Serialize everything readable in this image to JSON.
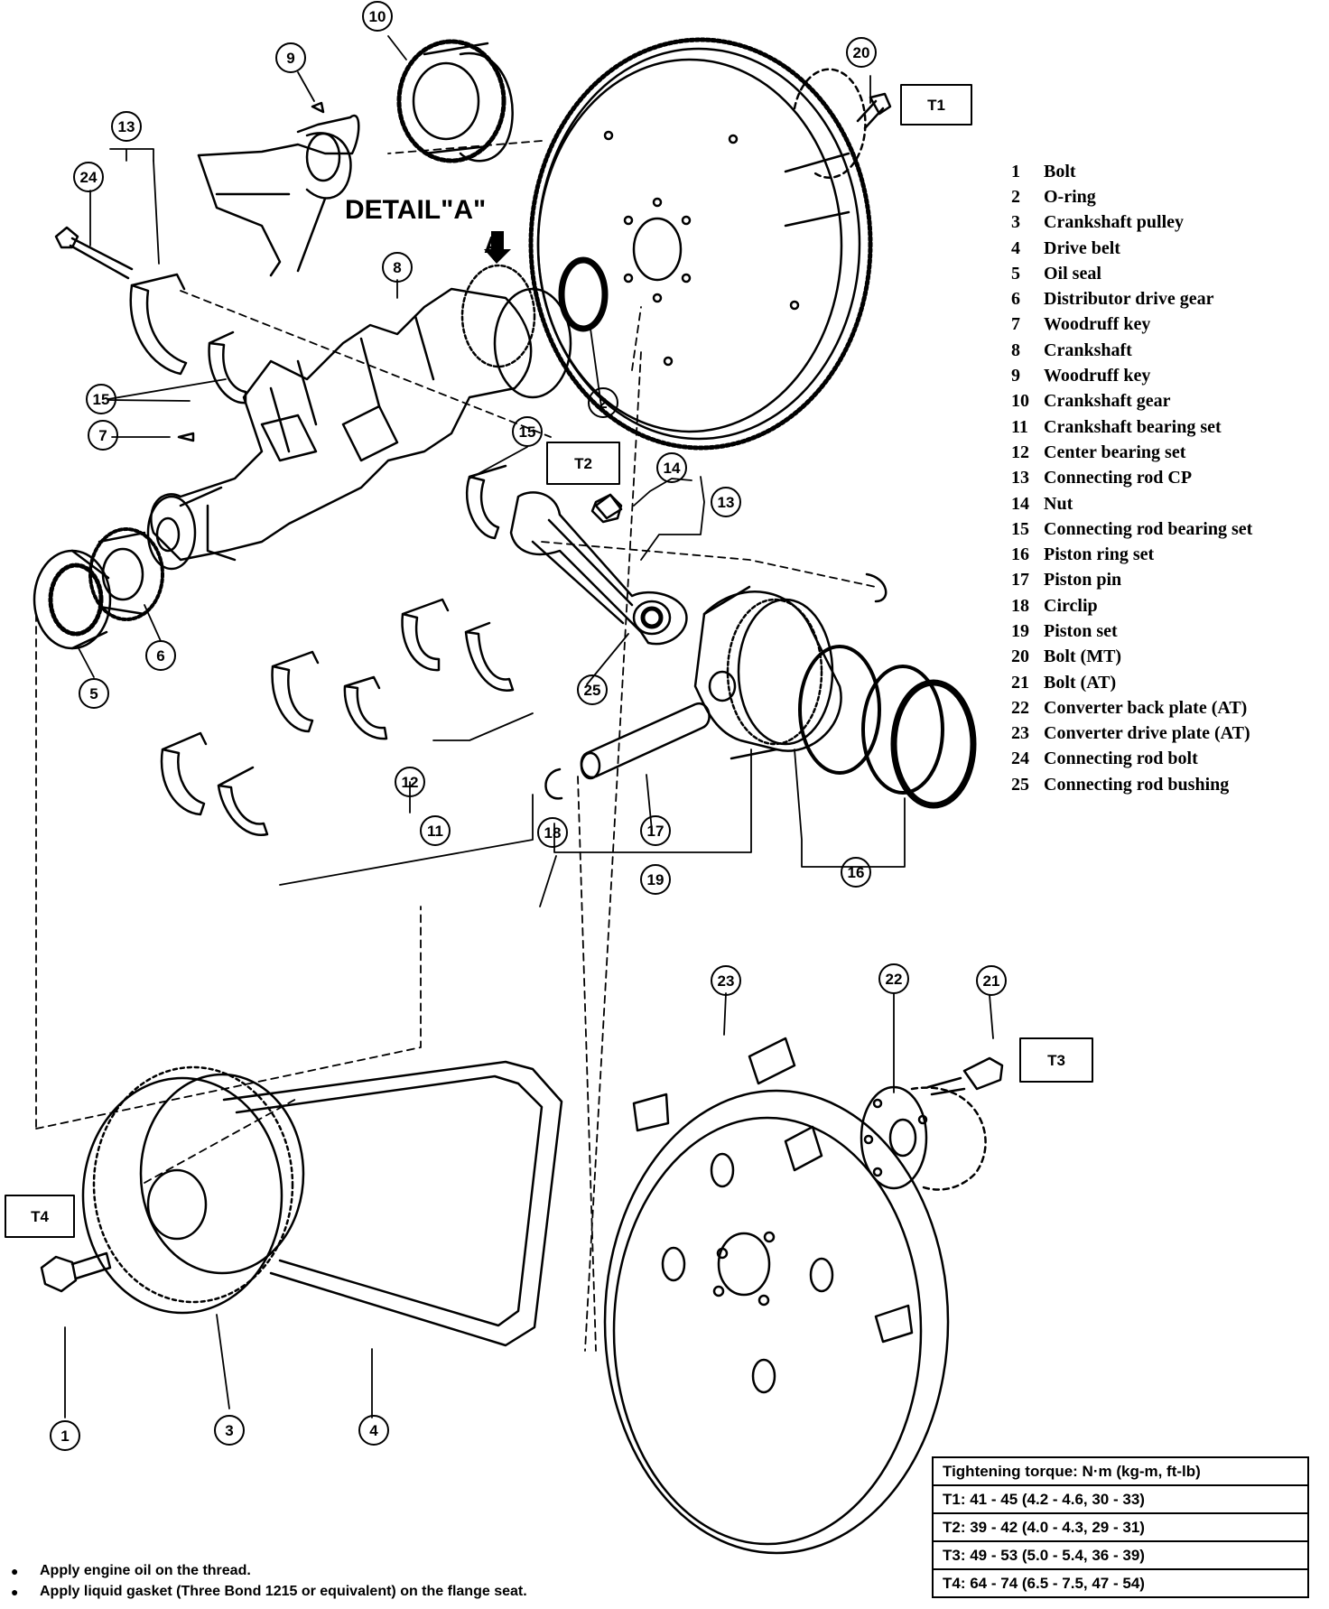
{
  "detail_label": "DETAIL\"A\"",
  "detail_marker": "A",
  "torque_boxes": [
    "T1",
    "T2",
    "T3",
    "T4"
  ],
  "callouts": [
    "1",
    "2",
    "3",
    "4",
    "5",
    "6",
    "7",
    "8",
    "9",
    "10",
    "11",
    "12",
    "13",
    "13",
    "14",
    "15",
    "15",
    "16",
    "17",
    "18",
    "19",
    "20",
    "21",
    "22",
    "23",
    "24",
    "25"
  ],
  "legend": [
    {
      "num": "1",
      "label": "Bolt"
    },
    {
      "num": "2",
      "label": "O-ring"
    },
    {
      "num": "3",
      "label": "Crankshaft pulley"
    },
    {
      "num": "4",
      "label": "Drive belt"
    },
    {
      "num": "5",
      "label": "Oil seal"
    },
    {
      "num": "6",
      "label": "Distributor drive gear"
    },
    {
      "num": "7",
      "label": "Woodruff key"
    },
    {
      "num": "8",
      "label": "Crankshaft"
    },
    {
      "num": "9",
      "label": "Woodruff key"
    },
    {
      "num": "10",
      "label": "Crankshaft gear"
    },
    {
      "num": "11",
      "label": "Crankshaft bearing set"
    },
    {
      "num": "12",
      "label": "Center bearing set"
    },
    {
      "num": "13",
      "label": "Connecting rod CP"
    },
    {
      "num": "14",
      "label": "Nut"
    },
    {
      "num": "15",
      "label": "Connecting rod bearing set"
    },
    {
      "num": "16",
      "label": "Piston ring set"
    },
    {
      "num": "17",
      "label": "Piston pin"
    },
    {
      "num": "18",
      "label": "Circlip"
    },
    {
      "num": "19",
      "label": "Piston set"
    },
    {
      "num": "20",
      "label": "Bolt (MT)"
    },
    {
      "num": "21",
      "label": "Bolt (AT)"
    },
    {
      "num": "22",
      "label": "Converter back plate (AT)"
    },
    {
      "num": "23",
      "label": "Converter drive plate (AT)"
    },
    {
      "num": "24",
      "label": "Connecting rod bolt"
    },
    {
      "num": "25",
      "label": "Connecting rod bushing"
    }
  ],
  "torque_table": {
    "header": "Tightening torque:  N·m (kg-m, ft-lb)",
    "rows": [
      "T1:  41 - 45 (4.2 - 4.6, 30 - 33)",
      "T2:  39 - 42 (4.0 - 4.3, 29 - 31)",
      "T3:  49 - 53 (5.0 - 5.4, 36 - 39)",
      "T4:  64 - 74 (6.5 - 7.5, 47 - 54)"
    ]
  },
  "notes": [
    {
      "bullet": "●",
      "text": "Apply engine oil on the thread."
    },
    {
      "bullet": "●",
      "text": "Apply liquid gasket (Three Bond 1215 or equivalent) on the flange seat."
    }
  ]
}
